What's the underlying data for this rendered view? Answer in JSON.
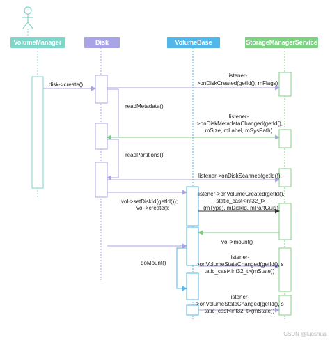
{
  "participants": {
    "volume_manager": "VolumeManager",
    "disk": "Disk",
    "volume_base": "VolumeBase",
    "storage_manager_service": "StorageManagerService"
  },
  "messages": {
    "disk_create": "disk->create()",
    "disk_created_1": "listener-",
    "disk_created_2": ">onDiskCreated(getId(), mFlags)",
    "read_metadata": "readMetadata()",
    "metadata_changed_1": "listener-",
    "metadata_changed_2": ">onDiskMetadataChanged(getId(),",
    "metadata_changed_3": "mSize, mLabel, mSysPath)",
    "read_partitions": "readPartitions()",
    "disk_scanned": "listener->onDiskScanned(getId());",
    "set_disk_id_1": "vol->setDiskId(getId());",
    "set_disk_id_2": "vol->create();",
    "volume_created_1": "listener->onVolumeCreated(getId(),",
    "volume_created_2": "static_cast<int32_t>",
    "volume_created_3": "(mType), mDiskId, mPartGuid)",
    "vol_mount": "vol->mount()",
    "do_mount": "doMount()",
    "state_changed_a_1": "listener-",
    "state_changed_a_2": ">onVolumeStateChanged(getId(), s",
    "state_changed_a_3": "tatic_cast<int32_t>(mState))",
    "state_changed_b_1": "listener-",
    "state_changed_b_2": ">onVolumeStateChanged(getId(), s",
    "state_changed_b_3": "tatic_cast<int32_t>(mState))"
  },
  "watermark": "CSDN @luoshuai",
  "colors": {
    "volume_manager": "#7fd5c7",
    "disk": "#a9a4e6",
    "volume_base": "#52b6e8",
    "storage_manager_service": "#80d185",
    "arrow_call": "#a9a4e6",
    "arrow_return": "#7ecd84",
    "arrow_self": "#52b6e8"
  }
}
